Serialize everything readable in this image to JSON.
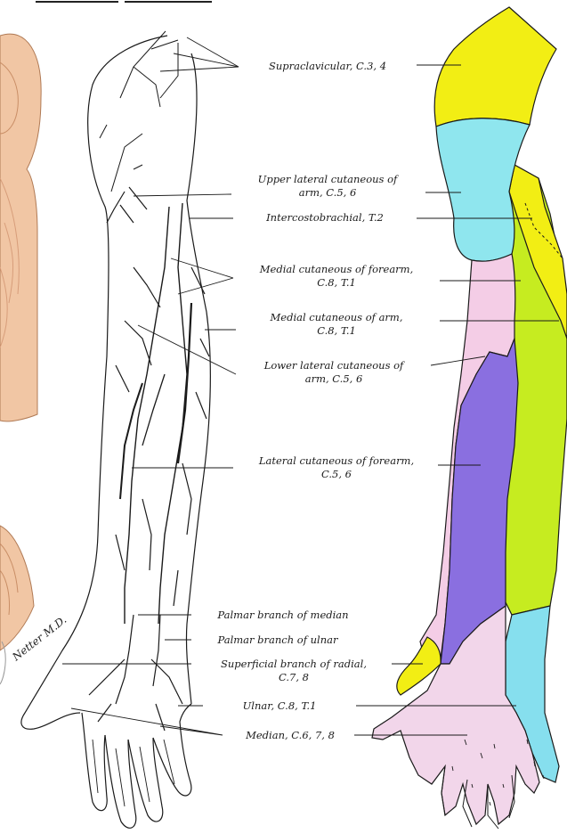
{
  "labels": {
    "supraclavicular": "Supraclavicular, C.3, 4",
    "upper_lateral_1": "Upper lateral cutaneous of",
    "upper_lateral_2": "arm, C.5, 6",
    "intercostobrachial": "Intercostobrachial, T.2",
    "medial_forearm_1": "Medial cutaneous of forearm,",
    "medial_forearm_2": "C.8, T.1",
    "medial_arm_1": "Medial cutaneous of arm,",
    "medial_arm_2": "C.8, T.1",
    "lower_lateral_1": "Lower lateral cutaneous of",
    "lower_lateral_2": "arm, C.5, 6",
    "lateral_forearm_1": "Lateral cutaneous of forearm,",
    "lateral_forearm_2": "C.5, 6",
    "palmar_median": "Palmar branch of median",
    "palmar_ulnar": "Palmar branch of ulnar",
    "superficial_radial_1": "Superficial branch of radial,",
    "superficial_radial_2": "C.7, 8",
    "ulnar": "Ulnar, C.8, T.1",
    "median": "Median, C.6, 7, 8"
  },
  "signature": "Netter M.D.",
  "colors": {
    "supraclavicular": "#f2ee14",
    "upper_lateral": "#8fe6ee",
    "medial_pink": "#f4cde6",
    "lateral_forearm": "#8a6fe0",
    "green": "#c6ec20",
    "ulnar_cyan": "#86dfee",
    "hand_pink": "#f2d6ea",
    "yellow_hand": "#f2ee14",
    "skin": "#f1c6a4"
  }
}
